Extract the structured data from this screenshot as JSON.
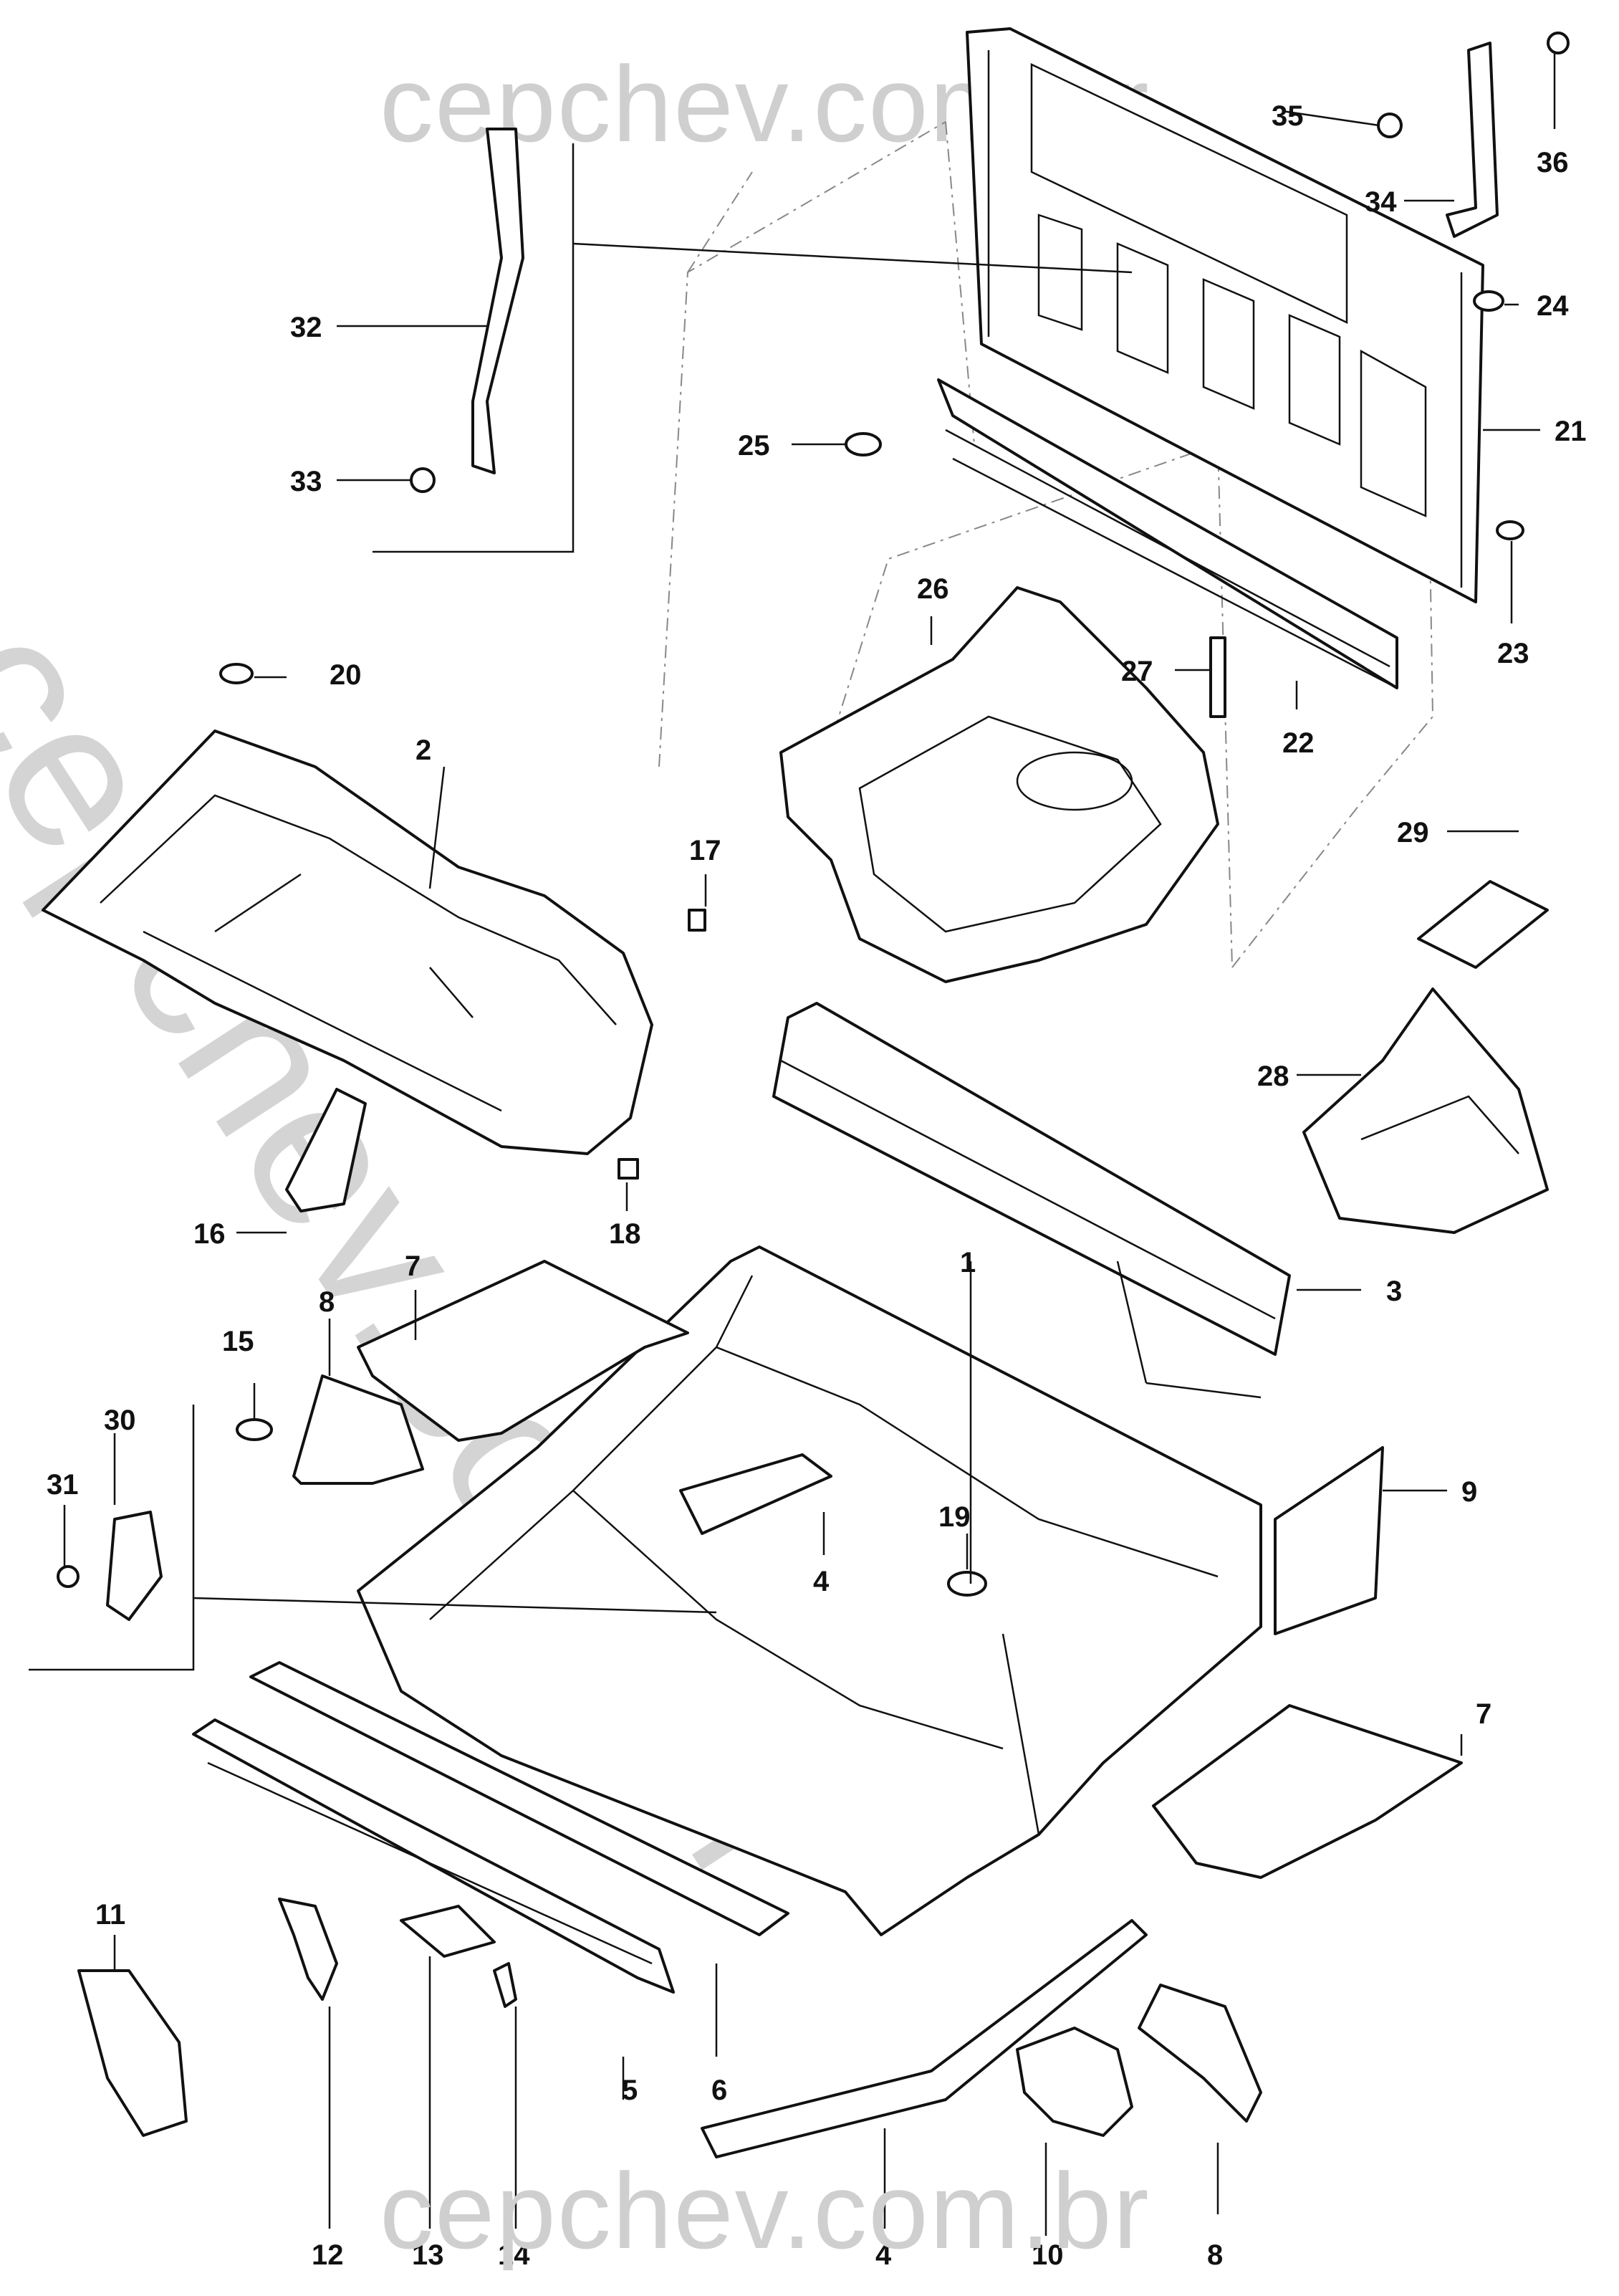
{
  "watermark": {
    "top": "cepchev.com.br",
    "diagonal": "cepchev.com.br",
    "bottom": "cepchev.com.br"
  },
  "callouts": [
    "1",
    "2",
    "3",
    "4",
    "4",
    "5",
    "6",
    "7",
    "7",
    "8",
    "8",
    "9",
    "10",
    "11",
    "12",
    "13",
    "14",
    "15",
    "16",
    "17",
    "18",
    "19",
    "20",
    "21",
    "22",
    "23",
    "24",
    "25",
    "26",
    "27",
    "28",
    "29",
    "30",
    "31",
    "32",
    "33",
    "34",
    "35",
    "36"
  ]
}
